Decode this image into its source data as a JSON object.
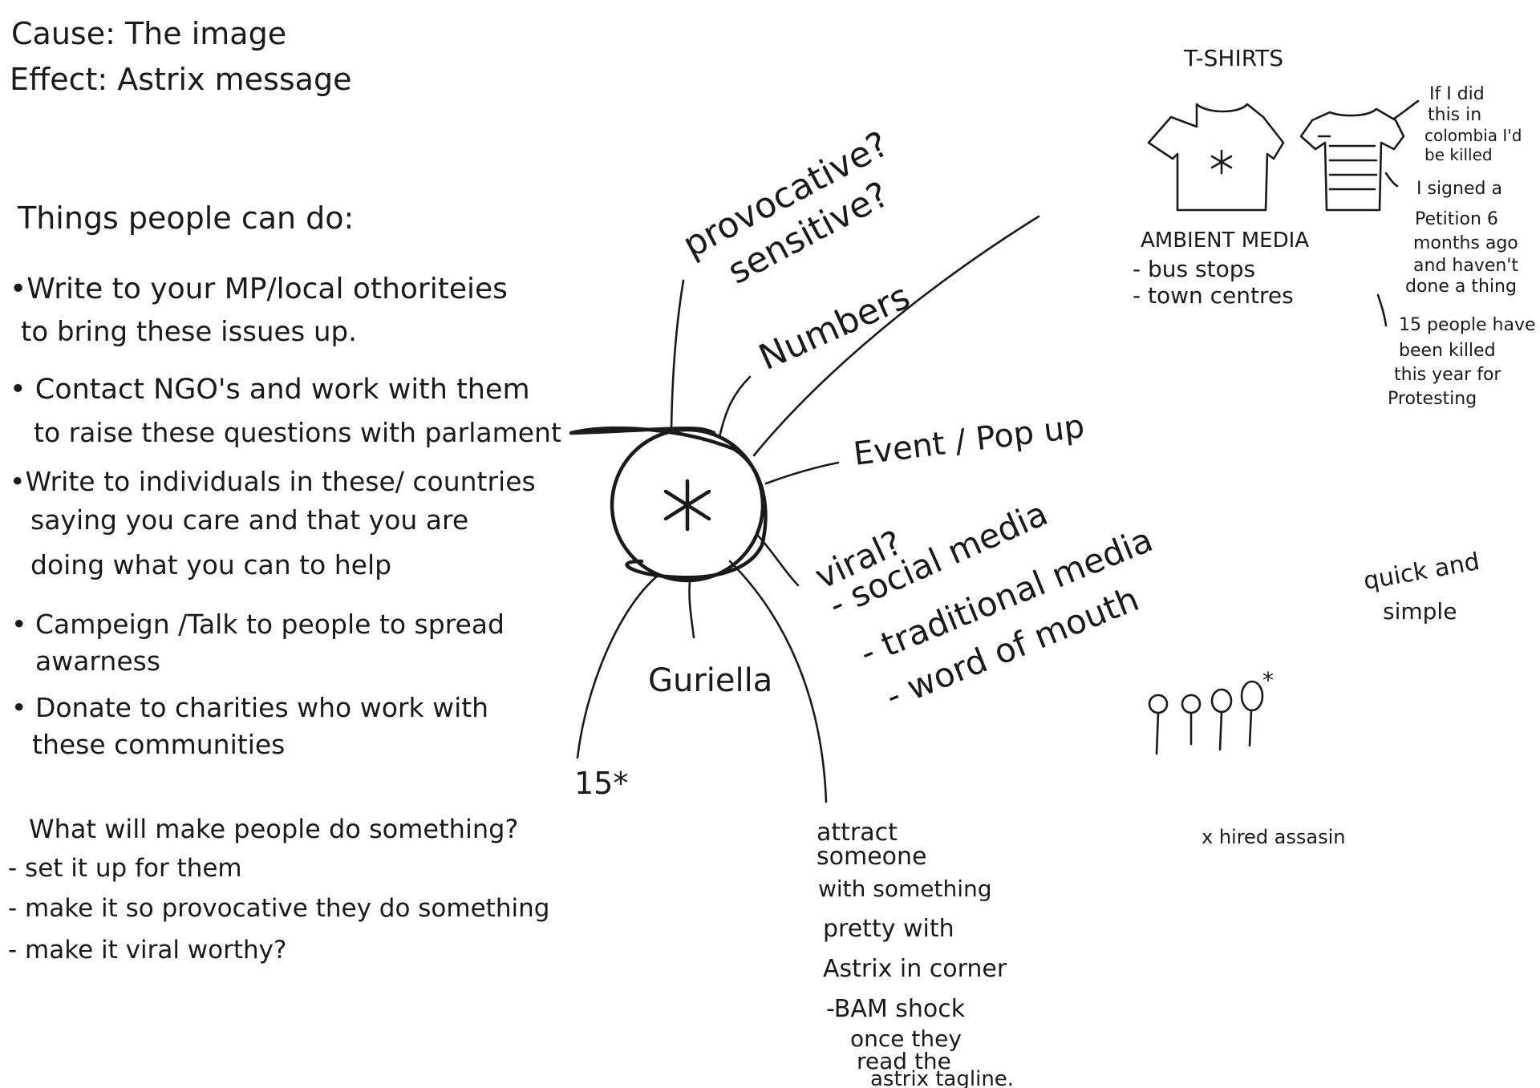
{
  "header": {
    "cause": "Cause: The image",
    "effect": "Effect: Astrix message"
  },
  "things": {
    "heading": "Things people can do:",
    "items": [
      [
        "•Write to your MP/local othoriteies",
        "to bring these issues up."
      ],
      [
        "• Contact NGO's and work with them",
        "to raise these questions with parlament"
      ],
      [
        "•Write to individuals in these/ countries",
        "saying you care and that you are",
        "doing what you can to help"
      ],
      [
        "• Campeign /Talk to people to spread",
        "awarness"
      ],
      [
        "• Donate to charities who work with",
        "these communities"
      ]
    ]
  },
  "motivation": {
    "heading": "What will make people do something?",
    "items": [
      "- set it up for them",
      "- make it so provocative they do something",
      "- make it viral worthy?"
    ]
  },
  "mindmap": {
    "center_symbol": "*",
    "provocative": "provocative?",
    "sensitive": "sensitive?",
    "numbers": "Numbers",
    "event": "Event / Pop up",
    "viral": {
      "title": "viral?",
      "lines": [
        "- social media",
        "- traditional media",
        "- word of mouth"
      ]
    },
    "guriella": "Guriella",
    "fifteen": "15*",
    "attract": [
      "attract",
      "someone",
      "with something",
      "pretty with",
      "Astrix in corner",
      "-BAM shock",
      "once they",
      "read the",
      "astrix tagline."
    ]
  },
  "tshirts": {
    "title": "T-SHIRTS",
    "shirt_symbol": "*",
    "notes": [
      [
        "If I did",
        "this in",
        "colombia I'd",
        "be killed"
      ],
      [
        "I signed a",
        "Petition 6",
        "months ago",
        "and haven't",
        "done a thing"
      ],
      [
        "15 people have",
        "been killed",
        "this year for",
        "Protesting"
      ]
    ]
  },
  "ambient": {
    "title": "AMBIENT MEDIA",
    "items": [
      "- bus stops",
      "- town centres"
    ]
  },
  "quick": [
    "quick and",
    "simple"
  ],
  "pins_symbol": "*",
  "hired": "x hired assasin"
}
